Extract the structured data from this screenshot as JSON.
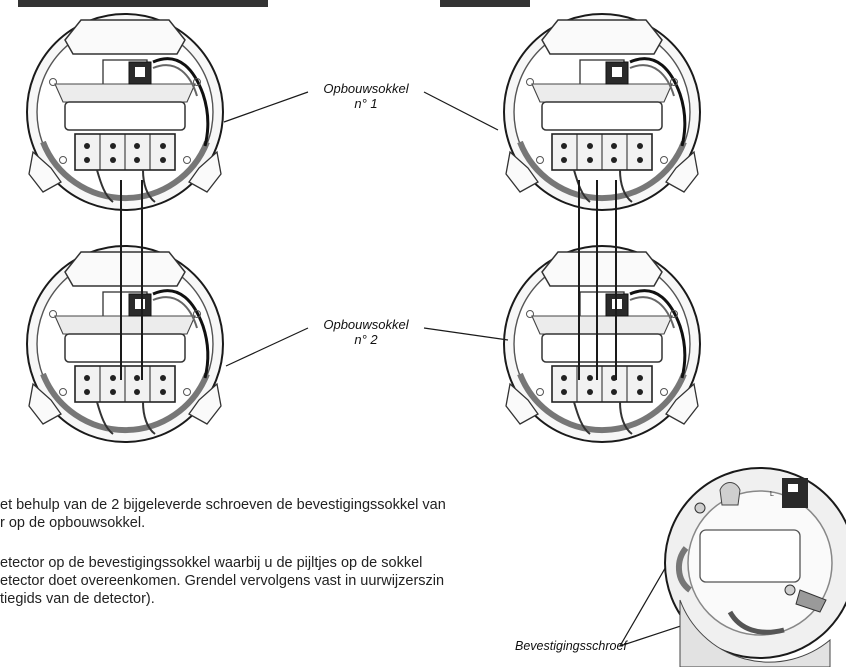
{
  "labels": {
    "socket_1_line1": "Opbouwsokkel",
    "socket_1_line2": "n° 1",
    "socket_2_line1": "Opbouwsokkel",
    "socket_2_line2": "n° 2",
    "fixing_screw": "Bevestigingsschroef"
  },
  "paragraphs": [
    [
      "et behulp van de 2 bijgeleverde schroeven de bevestigingssokkel van",
      "r op de opbouwsokkel."
    ],
    [
      "etector op de bevestigingssokkel waarbij u de pijltjes op de sokkel",
      "etector doet overeenkomen. Grendel vervolgens vast in uurwijzerszin",
      "tiegids van de detector)."
    ]
  ],
  "colors": {
    "line": "#1a1a1a",
    "base_fill": "#f4f4f4",
    "shadow": "#9a9a9a"
  }
}
